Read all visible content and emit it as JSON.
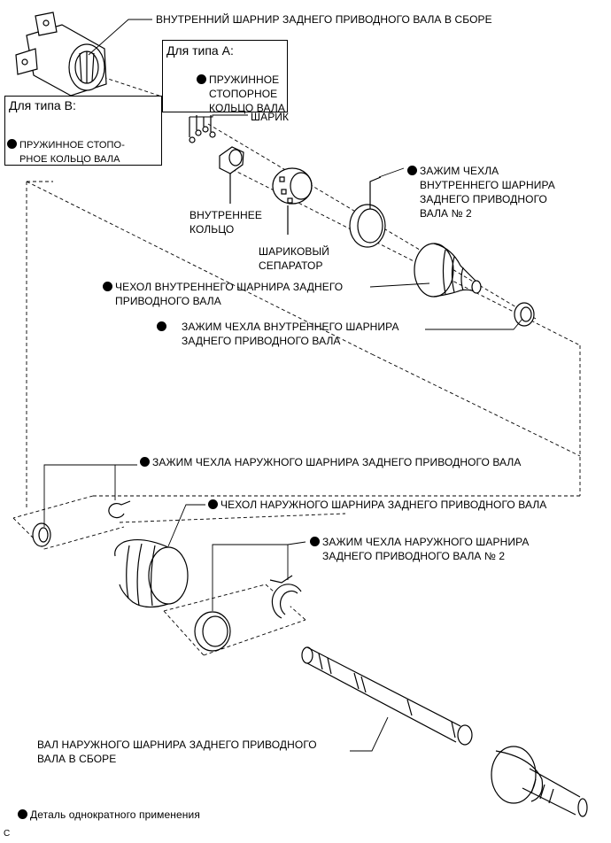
{
  "labels": {
    "inner_joint_assy": "ВНУТРЕННИЙ ШАРНИР ЗАДНЕГО ПРИВОДНОГО ВАЛА В СБОРЕ",
    "type_a_title": "Для типа А:",
    "type_a_ring": [
      "ПРУЖИННОЕ",
      "СТОПОРНОЕ",
      "КОЛЬЦО ВАЛА"
    ],
    "type_b_title": "Для типа В:",
    "type_b_ring": [
      "ПРУЖИННОЕ СТОПО-",
      "РНОЕ КОЛЬЦО ВАЛА"
    ],
    "ball": "ШАРИК",
    "inner_race": [
      "ВНУТРЕННЕЕ",
      "КОЛЬЦО"
    ],
    "ball_cage": [
      "ШАРИКОВЫЙ",
      "СЕПАРАТОР"
    ],
    "inner_boot_clamp_2": [
      "ЗАЖИМ ЧЕХЛА",
      "ВНУТРЕННЕГО ШАРНИРА",
      "ЗАДНЕГО ПРИВОДНОГО",
      "ВАЛА № 2"
    ],
    "inner_boot": [
      "ЧЕХОЛ ВНУТРЕННЕГО ШАРНИРА ЗАДНЕГО",
      "ПРИВОДНОГО ВАЛА"
    ],
    "inner_boot_clamp": [
      "ЗАЖИМ ЧЕХЛА ВНУТРЕННЕГО ШАРНИРА",
      "ЗАДНЕГО ПРИВОДНОГО ВАЛА"
    ],
    "outer_boot_clamp": "ЗАЖИМ ЧЕХЛА НАРУЖНОГО ШАРНИРА ЗАДНЕГО ПРИВОДНОГО ВАЛА",
    "outer_boot": "ЧЕХОЛ НАРУЖНОГО ШАРНИРА ЗАДНЕГО ПРИВОДНОГО ВАЛА",
    "outer_boot_clamp_2": [
      "ЗАЖИМ ЧЕХЛА НАРУЖНОГО ШАРНИРА",
      "ЗАДНЕГО ПРИВОДНОГО ВАЛА № 2"
    ],
    "outer_shaft_assy": [
      "ВАЛ НАРУЖНОГО ШАРНИРА ЗАДНЕГО ПРИВОДНОГО",
      "ВАЛА В СБОРЕ"
    ]
  },
  "legend": "Деталь однократного применения",
  "figure_code": "C"
}
